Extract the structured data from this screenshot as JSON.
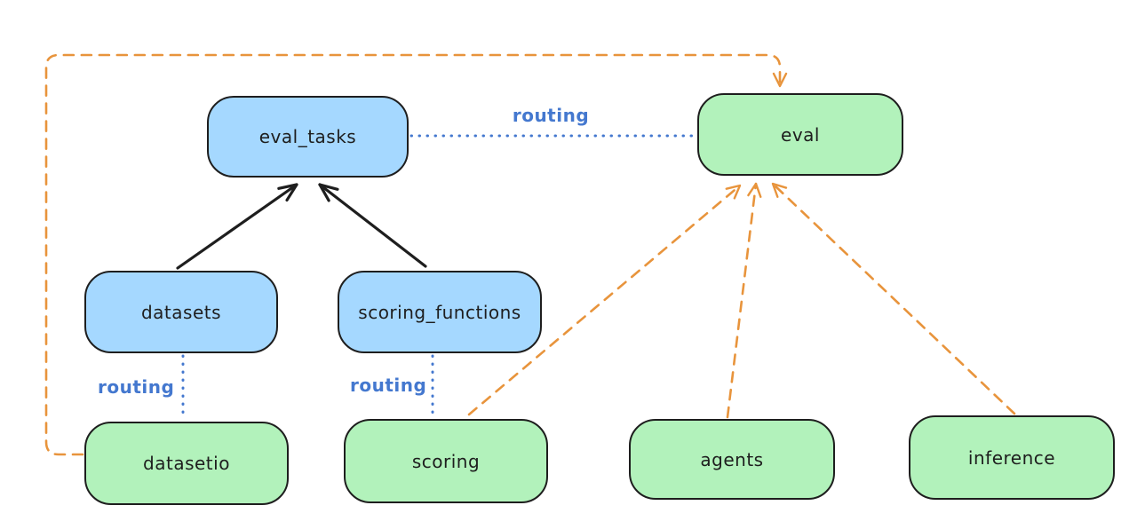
{
  "diagram": {
    "nodes": {
      "eval_tasks": {
        "label": "eval_tasks",
        "kind": "resource"
      },
      "eval": {
        "label": "eval",
        "kind": "api"
      },
      "datasets": {
        "label": "datasets",
        "kind": "resource"
      },
      "scoring_functions": {
        "label": "scoring_functions",
        "kind": "resource"
      },
      "datasetio": {
        "label": "datasetio",
        "kind": "api"
      },
      "scoring": {
        "label": "scoring",
        "kind": "api"
      },
      "agents": {
        "label": "agents",
        "kind": "api"
      },
      "inference": {
        "label": "inference",
        "kind": "api"
      }
    },
    "edges": [
      {
        "from": "datasets",
        "to": "eval_tasks",
        "style": "solid-black-arrow"
      },
      {
        "from": "scoring_functions",
        "to": "eval_tasks",
        "style": "solid-black-arrow"
      },
      {
        "from": "eval_tasks",
        "to": "eval",
        "style": "dotted-blue",
        "label": "routing"
      },
      {
        "from": "datasets",
        "to": "datasetio",
        "style": "dotted-blue",
        "label": "routing"
      },
      {
        "from": "scoring_functions",
        "to": "scoring",
        "style": "dotted-blue",
        "label": "routing"
      },
      {
        "from": "datasetio",
        "to": "eval",
        "style": "dashed-orange-arrow"
      },
      {
        "from": "scoring",
        "to": "eval",
        "style": "dashed-orange-arrow"
      },
      {
        "from": "agents",
        "to": "eval",
        "style": "dashed-orange-arrow"
      },
      {
        "from": "inference",
        "to": "eval",
        "style": "dashed-orange-arrow"
      }
    ],
    "edge_labels": {
      "routing_top": "routing",
      "routing_datasets": "routing",
      "routing_scoring": "routing"
    }
  },
  "colors": {
    "background": "#ffffff",
    "node_border": "#1e1e1e",
    "node_blue_fill": "#a5d8ff",
    "node_green_fill": "#b2f2bb",
    "arrow_black": "#1e1e1e",
    "arrow_orange": "#e8943c",
    "routing_blue": "#4478cf"
  }
}
